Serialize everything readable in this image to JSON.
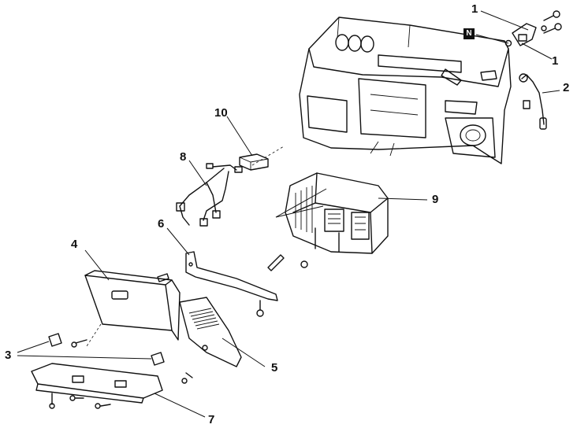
{
  "callouts": {
    "c1_top": "1",
    "c1_bottom": "1",
    "c2": "2",
    "c3": "3",
    "c4": "4",
    "c5": "5",
    "c6": "6",
    "c7": "7",
    "c8": "8",
    "c9": "9",
    "c10": "10"
  },
  "badge": "N",
  "colors": {
    "ink": "#111111",
    "background": "#ffffff"
  }
}
